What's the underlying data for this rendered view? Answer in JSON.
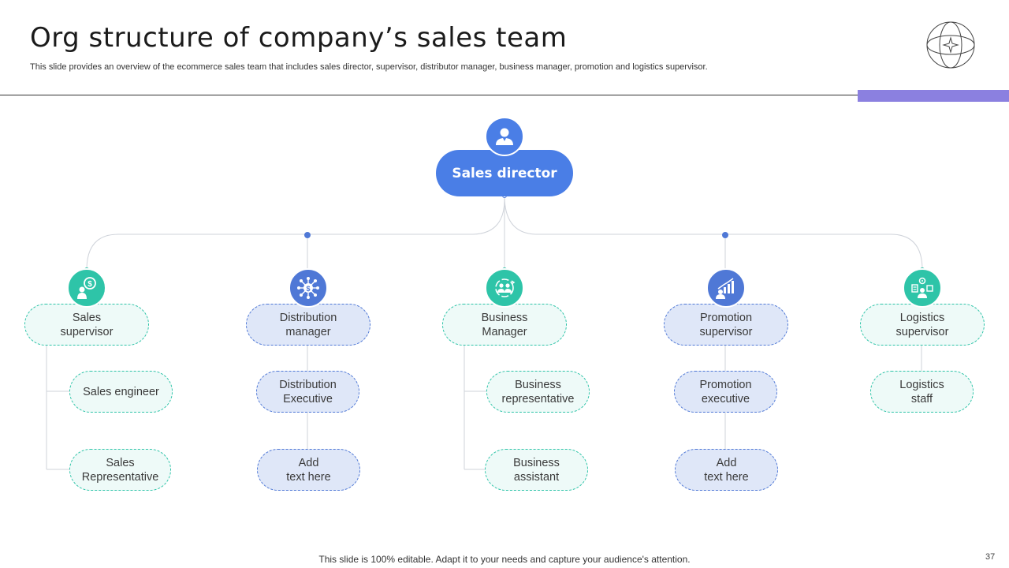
{
  "slide": {
    "title": "Org structure of company’s sales team",
    "subtitle": "This slide provides an overview of the ecommerce sales team that includes sales director, supervisor, distributor manager, business manager, promotion and logistics supervisor.",
    "footer": "This slide is 100% editable. Adapt it to your needs and capture your audience's attention.",
    "page_number": "37"
  },
  "colors": {
    "green": "#2ec4a8",
    "blue": "#4f78d6",
    "director": "#4a7ee6",
    "accent_bar": "#8b80e0"
  },
  "icons": {
    "brand": "brand-logo-icon",
    "director": "user-icon",
    "sales_supervisor": "money-person-icon",
    "distribution_manager": "dollar-network-icon",
    "business_manager": "gear-people-icon",
    "promotion_supervisor": "growth-chart-person-icon",
    "logistics_supervisor": "logistics-icon"
  },
  "org": {
    "director": "Sales director",
    "columns": [
      {
        "manager": "Sales\nsupervisor",
        "color": "green",
        "children": [
          "Sales engineer",
          "Sales\nRepresentative"
        ]
      },
      {
        "manager": "Distribution\nmanager",
        "color": "blue",
        "children": [
          "Distribution\nExecutive",
          "Add\ntext here"
        ]
      },
      {
        "manager": "Business\nManager",
        "color": "green",
        "children": [
          "Business\nrepresentative",
          "Business\nassistant"
        ]
      },
      {
        "manager": "Promotion\nsupervisor",
        "color": "blue",
        "children": [
          "Promotion\nexecutive",
          "Add\ntext here"
        ]
      },
      {
        "manager": "Logistics\nsupervisor",
        "color": "green",
        "children": [
          "Logistics\nstaff"
        ]
      }
    ]
  }
}
